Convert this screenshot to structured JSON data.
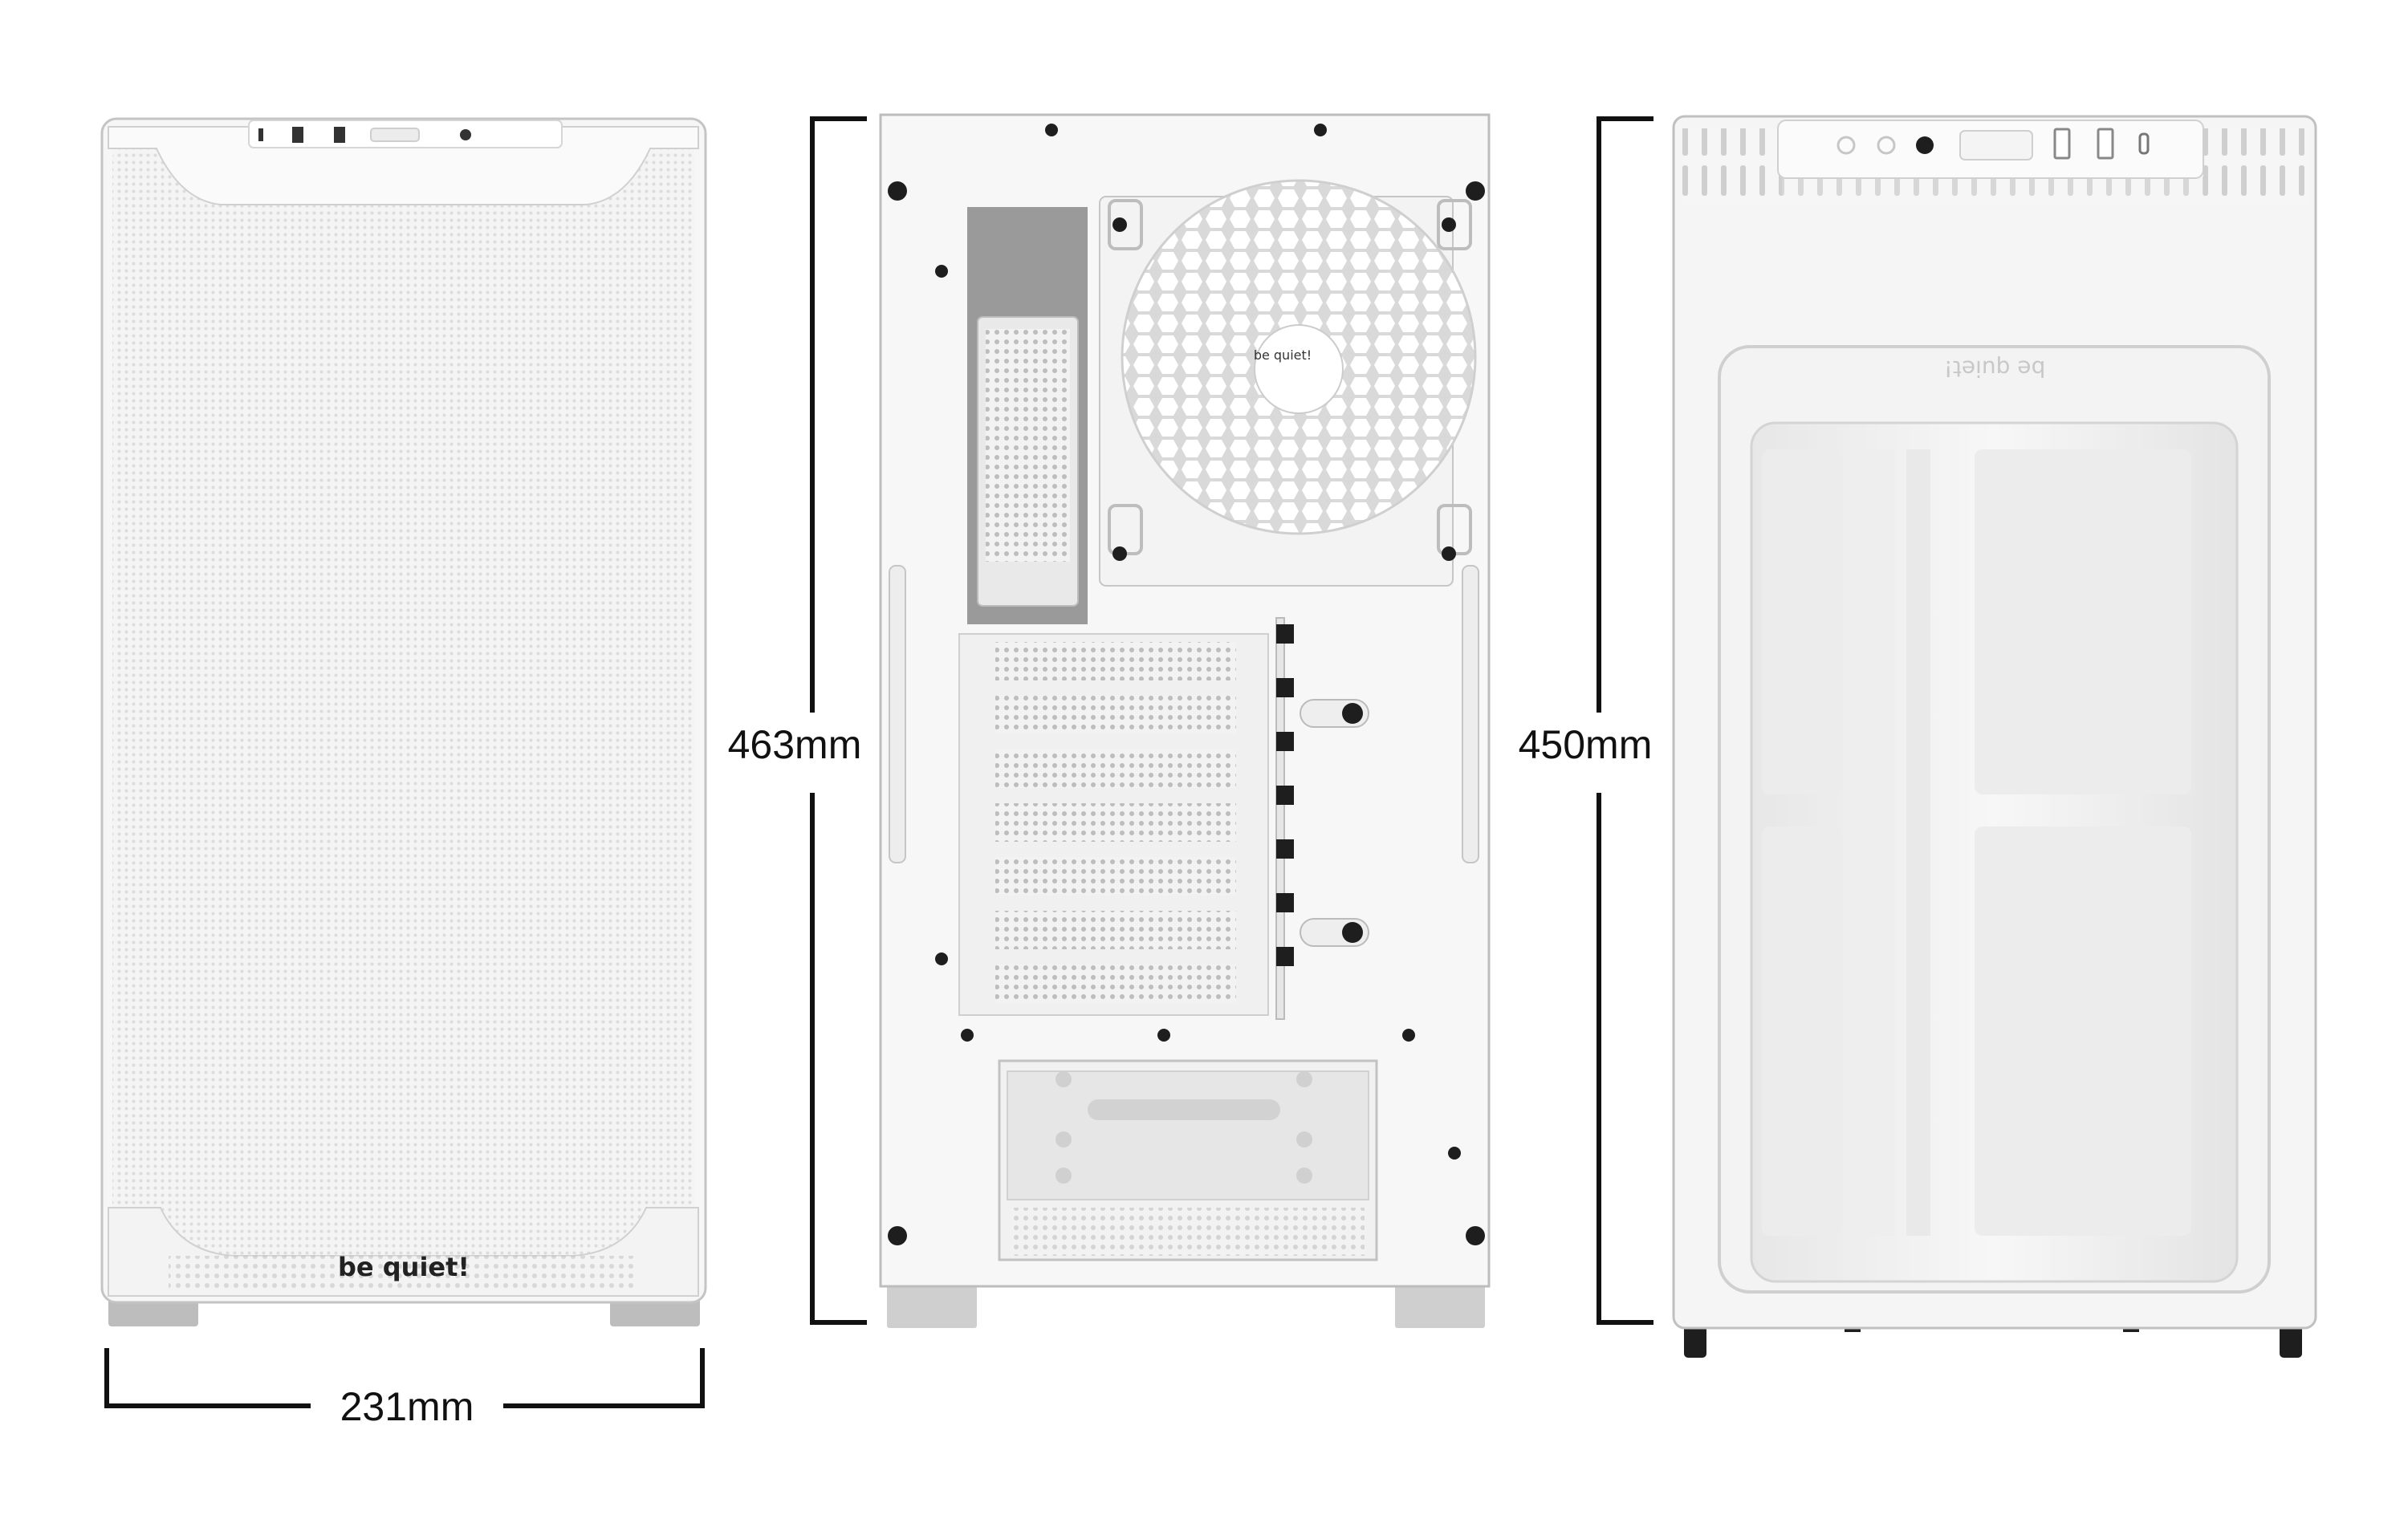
{
  "dimensions": {
    "width": "231mm",
    "height_rear": "463mm",
    "height_side": "450mm"
  },
  "branding": {
    "front_logo": "be quiet!",
    "fan_logo": "be quiet!",
    "side_logo": "be quiet!"
  },
  "colors": {
    "case_body": "#f5f5f5",
    "case_shadow": "#e3e3e3",
    "outline": "#9a9a9a",
    "dimension_lines": "#111111",
    "feet": "#bdbdbd",
    "screws": "#1e1e1e"
  }
}
